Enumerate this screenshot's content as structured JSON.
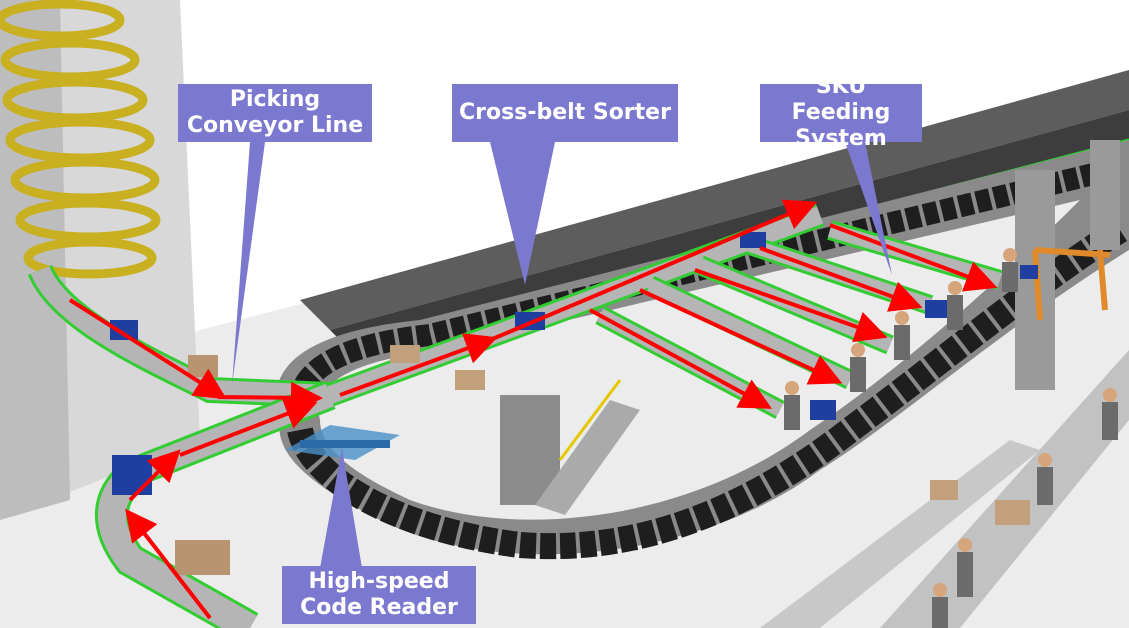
{
  "callouts": {
    "picking": "Picking\nConveyor Line",
    "crossbelt": "Cross-belt Sorter",
    "sku": "SKU Feeding\nSystem",
    "reader": "High-speed\nCode Reader"
  },
  "colors": {
    "callout_bg": "#7b78cf",
    "flow_arrow": "#ff0000",
    "conveyor_edge": "#33cc33",
    "spiral": "#c9b020",
    "bin_blue": "#1f3fa0"
  }
}
